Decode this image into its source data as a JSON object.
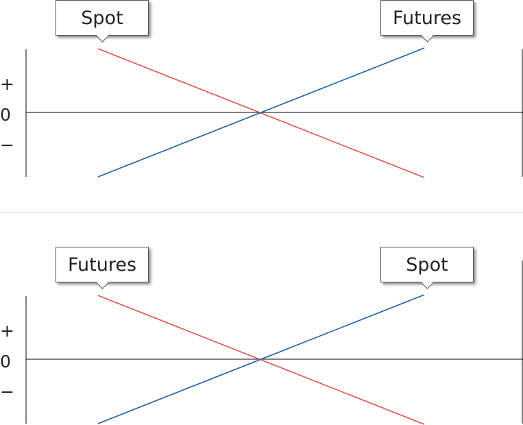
{
  "panels": [
    {
      "left_label": "Spot",
      "right_label": "Futures",
      "axis": {
        "plus": "+",
        "zero": "0",
        "minus": "−"
      },
      "red_line": "descending",
      "blue_line": "ascending"
    },
    {
      "left_label": "Futures",
      "right_label": "Spot",
      "axis": {
        "plus": "+",
        "zero": "0",
        "minus": "−"
      },
      "red_line": "descending",
      "blue_line": "ascending"
    }
  ],
  "colors": {
    "red_line": "#d9534f",
    "blue_line": "#1a5fa8",
    "axis": "#000000"
  }
}
